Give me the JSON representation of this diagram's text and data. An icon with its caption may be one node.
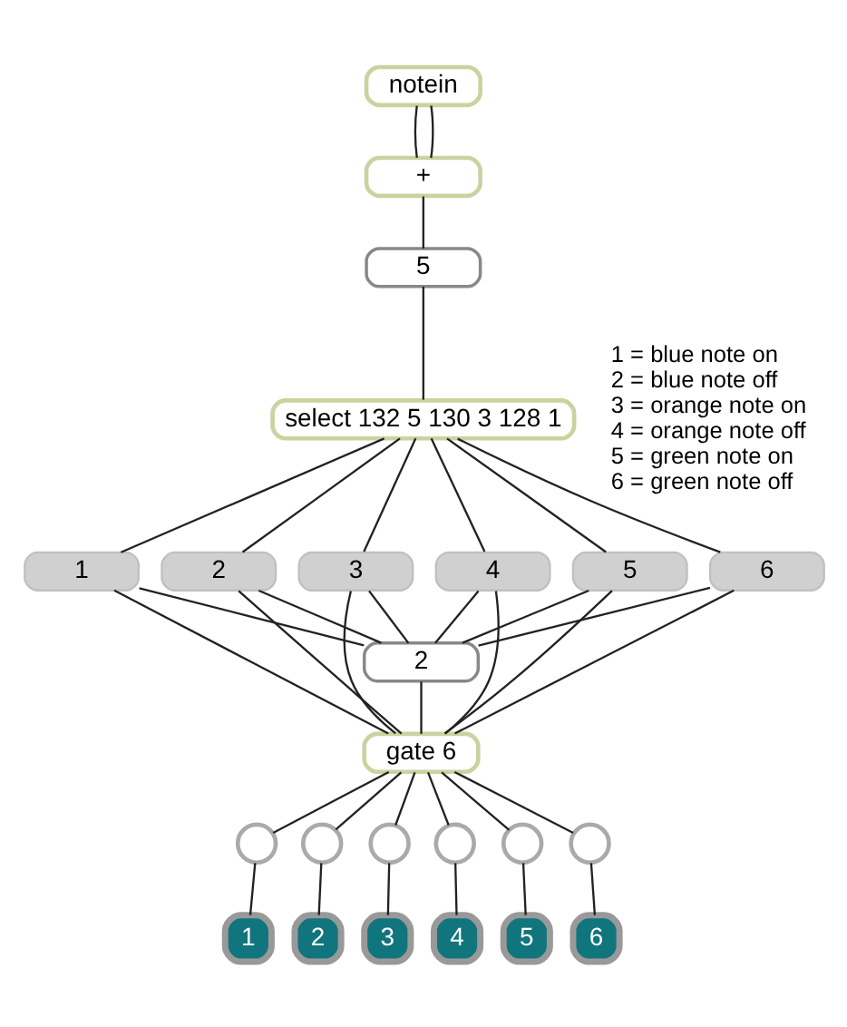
{
  "diagram": {
    "nodes": [
      {
        "text": [
          "notein"
        ]
      },
      {
        "text": [
          "+"
        ]
      },
      {
        "text": [
          "5"
        ]
      },
      {
        "text": [
          "select 132 5 130 3 128 1"
        ]
      },
      {
        "text": [
          "1"
        ]
      },
      {
        "text": [
          "2"
        ]
      },
      {
        "text": [
          "3"
        ]
      },
      {
        "text": [
          "4"
        ]
      },
      {
        "text": [
          "5"
        ]
      },
      {
        "text": [
          "6"
        ]
      },
      {
        "text": [
          "2"
        ]
      },
      {
        "text": [
          "gate 6"
        ]
      },
      {
        "text": [],
        "shape": "circle"
      },
      {
        "text": [],
        "shape": "circle"
      },
      {
        "text": [],
        "shape": "circle"
      },
      {
        "text": [],
        "shape": "circle"
      },
      {
        "text": [],
        "shape": "circle"
      },
      {
        "text": [],
        "shape": "circle"
      },
      {
        "text": [
          "1"
        ]
      },
      {
        "text": [
          "2"
        ]
      },
      {
        "text": [
          "3"
        ]
      },
      {
        "text": [
          "4"
        ]
      },
      {
        "text": [
          "5"
        ]
      },
      {
        "text": [
          "6"
        ]
      }
    ],
    "edges": [
      {
        "from": 0,
        "to": 1,
        "arrow": "none"
      },
      {
        "from": 0,
        "to": 1,
        "arrow": "none"
      },
      {
        "from": 1,
        "to": 2,
        "arrow": "none"
      },
      {
        "from": 2,
        "to": 3,
        "arrow": "none"
      },
      {
        "from": 3,
        "to": 4,
        "arrow": "none"
      },
      {
        "from": 3,
        "to": 5,
        "arrow": "none"
      },
      {
        "from": 3,
        "to": 6,
        "arrow": "none"
      },
      {
        "from": 3,
        "to": 7,
        "arrow": "none"
      },
      {
        "from": 3,
        "to": 8,
        "arrow": "none"
      },
      {
        "from": 3,
        "to": 9,
        "arrow": "none"
      },
      {
        "from": 4,
        "to": 10,
        "arrow": "none"
      },
      {
        "from": 4,
        "to": 11,
        "arrow": "none"
      },
      {
        "from": 5,
        "to": 10,
        "arrow": "none"
      },
      {
        "from": 5,
        "to": 11,
        "arrow": "none"
      },
      {
        "from": 6,
        "to": 10,
        "arrow": "none"
      },
      {
        "from": 6,
        "to": 11,
        "arrow": "none"
      },
      {
        "from": 7,
        "to": 10,
        "arrow": "none"
      },
      {
        "from": 7,
        "to": 11,
        "arrow": "none"
      },
      {
        "from": 8,
        "to": 10,
        "arrow": "none"
      },
      {
        "from": 8,
        "to": 11,
        "arrow": "none"
      },
      {
        "from": 9,
        "to": 10,
        "arrow": "none"
      },
      {
        "from": 9,
        "to": 11,
        "arrow": "none"
      },
      {
        "from": 10,
        "to": 11,
        "arrow": "none"
      },
      {
        "from": 11,
        "to": 12,
        "arrow": "none"
      },
      {
        "from": 11,
        "to": 13,
        "arrow": "none"
      },
      {
        "from": 11,
        "to": 14,
        "arrow": "none"
      },
      {
        "from": 11,
        "to": 15,
        "arrow": "none"
      },
      {
        "from": 11,
        "to": 16,
        "arrow": "none"
      },
      {
        "from": 11,
        "to": 17,
        "arrow": "none"
      },
      {
        "from": 12,
        "to": 18,
        "arrow": "none"
      },
      {
        "from": 13,
        "to": 19,
        "arrow": "none"
      },
      {
        "from": 14,
        "to": 20,
        "arrow": "none"
      },
      {
        "from": 15,
        "to": 21,
        "arrow": "none"
      },
      {
        "from": 16,
        "to": 22,
        "arrow": "none"
      },
      {
        "from": 17,
        "to": 23,
        "arrow": "none"
      }
    ],
    "labels": [
      "1 = blue note on",
      "2 = blue note off",
      "3 = orange note on",
      "4 = orange note off",
      "5 = green note on",
      "6 = green note off"
    ]
  }
}
